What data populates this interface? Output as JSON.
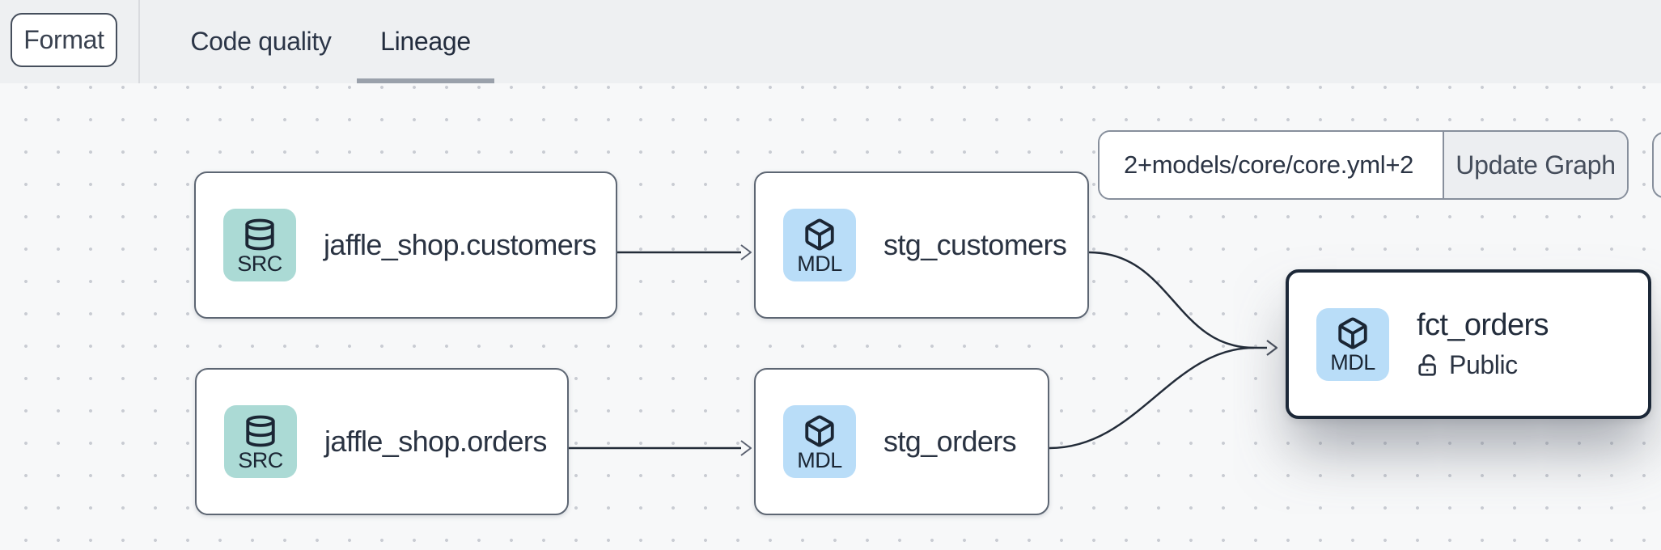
{
  "toolbar": {
    "format_label": "Format",
    "tabs": [
      {
        "label": "Code quality",
        "active": false
      },
      {
        "label": "Lineage",
        "active": true
      }
    ]
  },
  "controls": {
    "selector_value": "2+models/core/core.yml+2",
    "update_label": "Update Graph"
  },
  "graph": {
    "nodes": [
      {
        "label": "jaffle_shop.customers",
        "badge": "SRC",
        "kind": "source"
      },
      {
        "label": "stg_customers",
        "badge": "MDL",
        "kind": "model"
      },
      {
        "label": "jaffle_shop.orders",
        "badge": "SRC",
        "kind": "source"
      },
      {
        "label": "stg_orders",
        "badge": "MDL",
        "kind": "model"
      },
      {
        "label": "fct_orders",
        "badge": "MDL",
        "kind": "model",
        "access": "Public",
        "selected": true
      }
    ],
    "edges": [
      {
        "from": "jaffle_shop.customers",
        "to": "stg_customers"
      },
      {
        "from": "jaffle_shop.orders",
        "to": "stg_orders"
      },
      {
        "from": "stg_customers",
        "to": "fct_orders"
      },
      {
        "from": "stg_orders",
        "to": "fct_orders"
      }
    ]
  },
  "colors": {
    "topbar_bg": "#eef0f2",
    "canvas_bg": "#f7f8f9",
    "dot_grid": "#c9ccd3",
    "source_icon_bg": "#abdad5",
    "model_icon_bg": "#b9ddf8",
    "icon_glyph": "#1b2634",
    "node_border": "#5d6673",
    "selected_node_border": "#1c2838",
    "edge": "#232c39",
    "active_tab_underline": "#9aa1ab",
    "text_primary": "#2a3342"
  }
}
